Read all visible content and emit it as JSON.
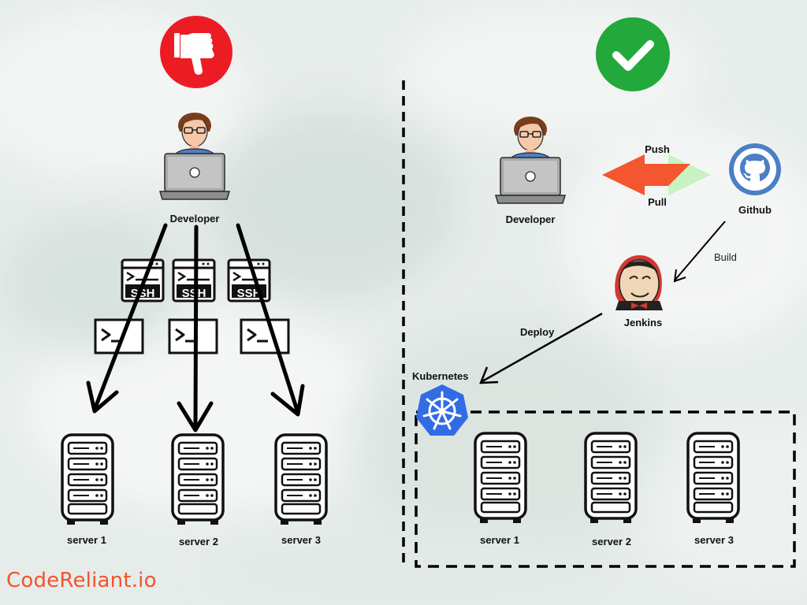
{
  "left": {
    "status_icon": "thumbs-down-icon",
    "status_color": "#ec1c24",
    "developer_label": "Developer",
    "ssh_text": "SSH",
    "servers": [
      "server 1",
      "server 2",
      "server 3"
    ]
  },
  "right": {
    "status_icon": "checkmark-icon",
    "status_color": "#22a83b",
    "developer_label": "Developer",
    "push_label": "Push",
    "pull_label": "Pull",
    "push_color": "#f4562f",
    "pull_color": "#c8f2c1",
    "github_label": "Github",
    "github_color": "#4a7fc4",
    "build_label": "Build",
    "jenkins_label": "Jenkins",
    "deploy_label": "Deploy",
    "kubernetes_label": "Kubernetes",
    "kubernetes_color": "#326ce5",
    "servers": [
      "server 1",
      "server 2",
      "server 3"
    ]
  },
  "brand": "CodeReliant.io",
  "brand_color": "#f2542d"
}
